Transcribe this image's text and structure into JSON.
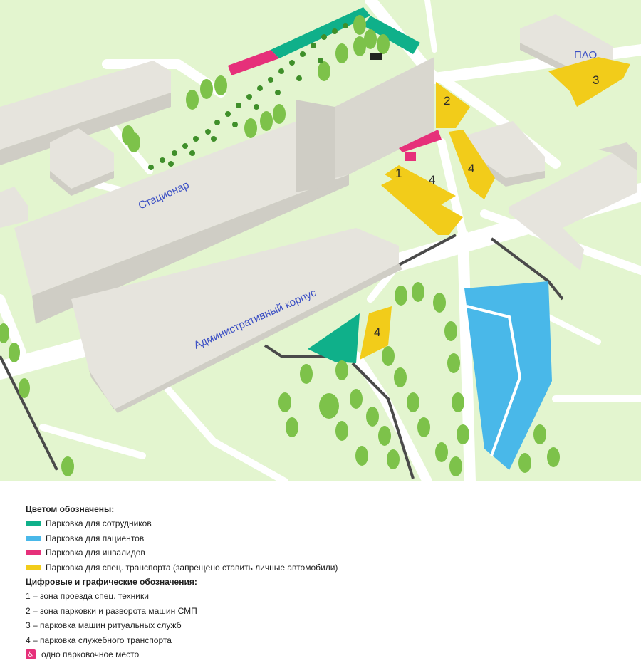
{
  "map": {
    "labels": {
      "inpatient": "Стационар",
      "admin": "Административный корпус",
      "pao": "ПАО"
    },
    "zone_numbers": {
      "z1": "1",
      "z2": "2",
      "z3": "3",
      "z4a": "4",
      "z4b": "4",
      "z4c": "4"
    },
    "colors": {
      "grass": "#e3f5cf",
      "road": "#ffffff",
      "building_top": "#e6e4dd",
      "building_side": "#cfcdc5",
      "tree": "#7dc24a",
      "staff": "#0fb08a",
      "patients": "#49b8e9",
      "disabled": "#e6307a",
      "special": "#f2cc1a"
    }
  },
  "legend": {
    "color_heading": "Цветом обозначены:",
    "colors": [
      {
        "key": "staff",
        "label": "Парковка для сотрудников"
      },
      {
        "key": "patients",
        "label": "Парковка для пациентов"
      },
      {
        "key": "disabled",
        "label": "Парковка для инвалидов"
      },
      {
        "key": "special",
        "label": "Парковка для спец. транспорта (запрещено ставить личные автомобили)"
      }
    ],
    "symbols_heading": "Цифровые и графические обозначения:",
    "symbols": [
      "1 – зона проезда спец. техники",
      "2 – зона парковки и разворота машин СМП",
      "3 – парковка машин ритуальных служб",
      "4 – парковка служебного транспорта"
    ],
    "disabled_icon": "wheelchair-icon",
    "disabled_icon_label": "одно парковочное место"
  }
}
